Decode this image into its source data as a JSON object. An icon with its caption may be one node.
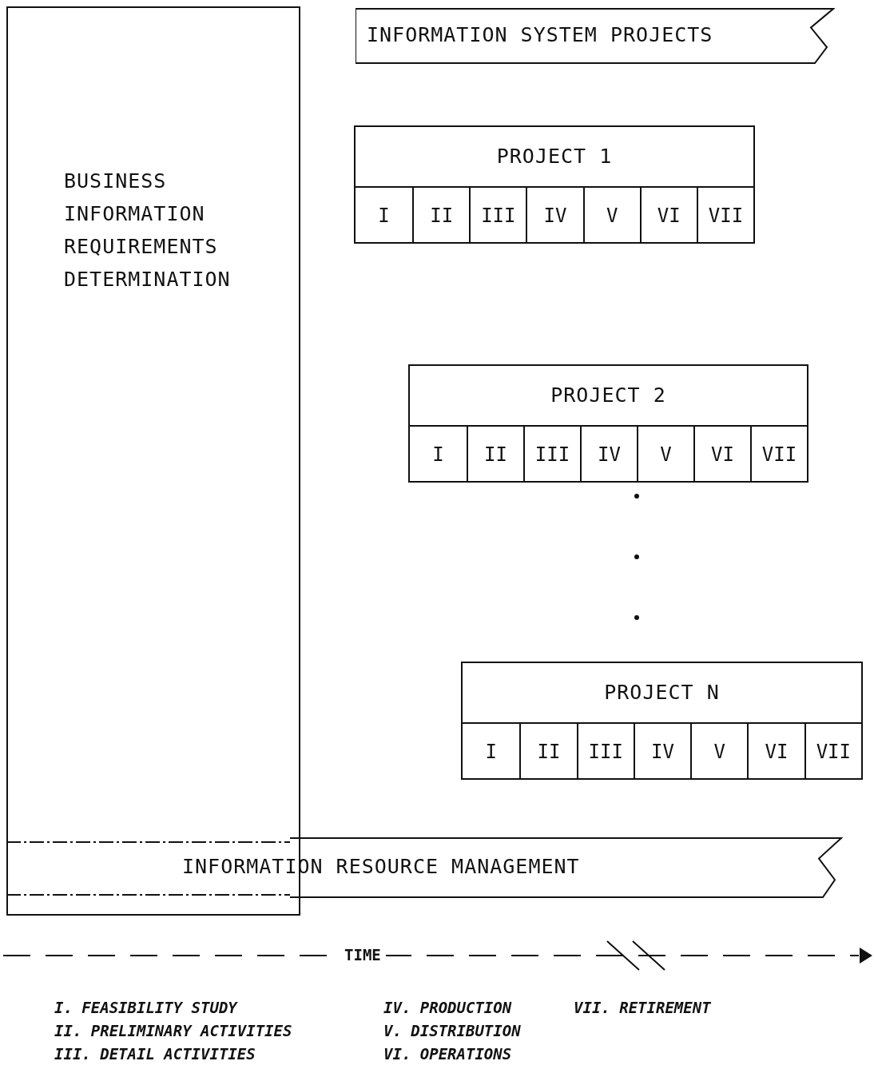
{
  "diagram": {
    "nodes": [
      {
        "text": [
          "BUSINESS INFORMATION REQUIREMENTS DETERMINATION"
        ]
      },
      {
        "text": [
          "INFORMATION SYSTEM PROJECTS"
        ]
      },
      {
        "text": [
          "PROJECT 1"
        ]
      },
      {
        "text": [
          "I"
        ],
        "in": 2
      },
      {
        "text": [
          "II"
        ],
        "in": 2
      },
      {
        "text": [
          "III"
        ],
        "in": 2
      },
      {
        "text": [
          "IV"
        ],
        "in": 2
      },
      {
        "text": [
          "V"
        ],
        "in": 2
      },
      {
        "text": [
          "VI"
        ],
        "in": 2
      },
      {
        "text": [
          "VII"
        ],
        "in": 2
      },
      {
        "text": [
          "PROJECT 2"
        ]
      },
      {
        "text": [
          "I"
        ],
        "in": 10
      },
      {
        "text": [
          "II"
        ],
        "in": 10
      },
      {
        "text": [
          "III"
        ],
        "in": 10
      },
      {
        "text": [
          "IV"
        ],
        "in": 10
      },
      {
        "text": [
          "V"
        ],
        "in": 10
      },
      {
        "text": [
          "VI"
        ],
        "in": 10
      },
      {
        "text": [
          "VII"
        ],
        "in": 10
      },
      {
        "text": [
          "PROJECT N"
        ]
      },
      {
        "text": [
          "I"
        ],
        "in": 18
      },
      {
        "text": [
          "II"
        ],
        "in": 18
      },
      {
        "text": [
          "III"
        ],
        "in": 18
      },
      {
        "text": [
          "IV"
        ],
        "in": 18
      },
      {
        "text": [
          "V"
        ],
        "in": 18
      },
      {
        "text": [
          "VI"
        ],
        "in": 18
      },
      {
        "text": [
          "VII"
        ],
        "in": 18
      },
      {
        "text": [
          "INFORMATION RESOURCE MANAGEMENT"
        ]
      }
    ],
    "labels": [
      "TIME",
      "I. FEASIBILITY STUDY",
      "IV. PRODUCTION",
      "VII. RETIREMENT",
      "II. PRELIMINARY ACTIVITIES",
      "V. DISTRIBUTION",
      "III. DETAIL ACTIVITIES",
      "VI. OPERATIONS"
    ]
  }
}
